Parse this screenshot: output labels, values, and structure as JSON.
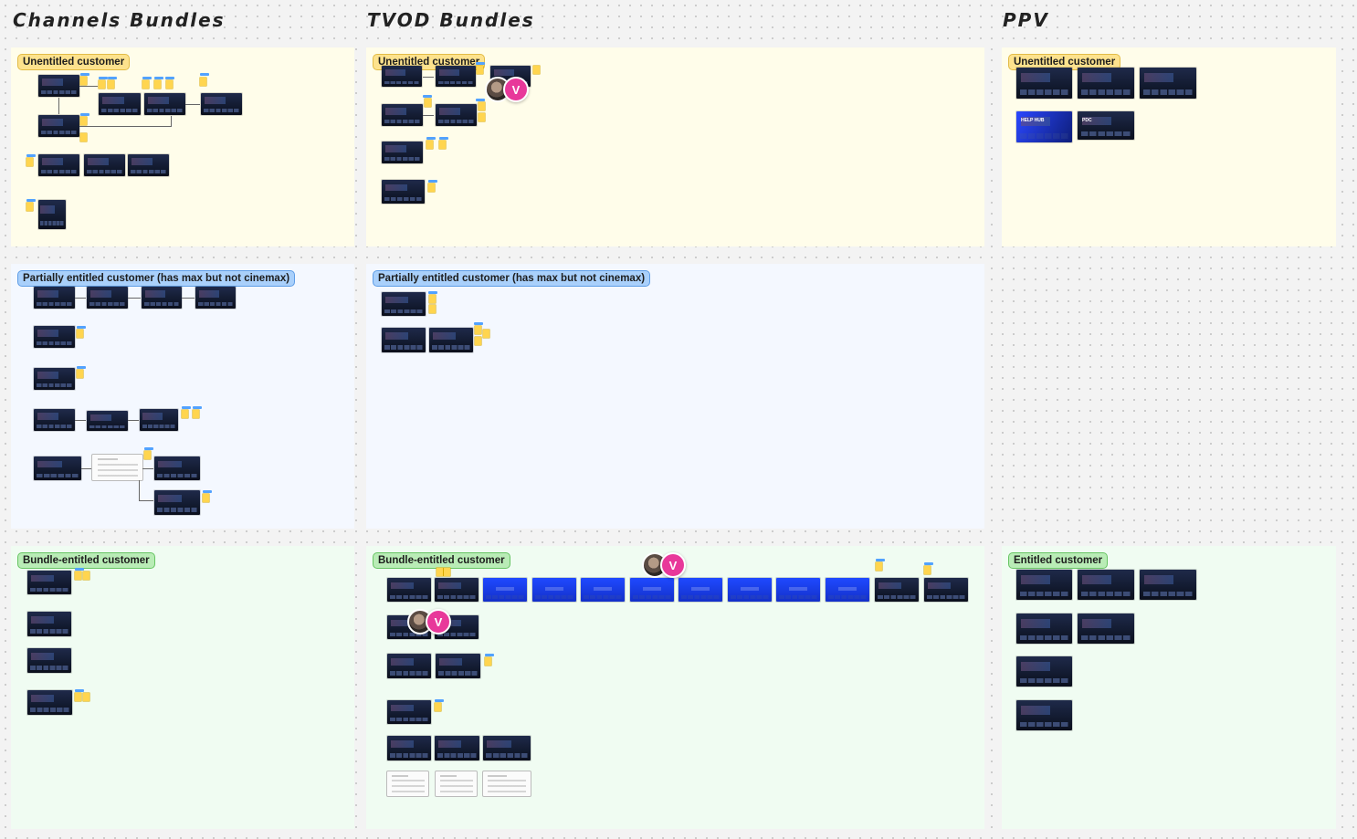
{
  "columns": {
    "channels": "Channels Bundles",
    "tvod": "TVOD Bundles",
    "ppv": "PPV"
  },
  "badges": {
    "unentitled": "Unentitled customer",
    "partial": "Partially entitled customer (has max but not cinemax)",
    "bundle_entitled": "Bundle-entitled customer",
    "entitled": "Entitled customer"
  },
  "thumbnail_text": {
    "help_hub": "HELP HUB",
    "pdc": "PDC"
  },
  "collaborators": {
    "initial": "V",
    "color": "#e8389a"
  },
  "colors": {
    "yellow_section": "#fffdea",
    "blue_section": "#f4f8ff",
    "green_section": "#f0fcf2",
    "yellow_badge": "#fde28d",
    "blue_badge": "#a9d0fb",
    "green_badge": "#b9ecb6",
    "sticky_note": "#ffd54f",
    "note_tab": "#52a2ff"
  }
}
